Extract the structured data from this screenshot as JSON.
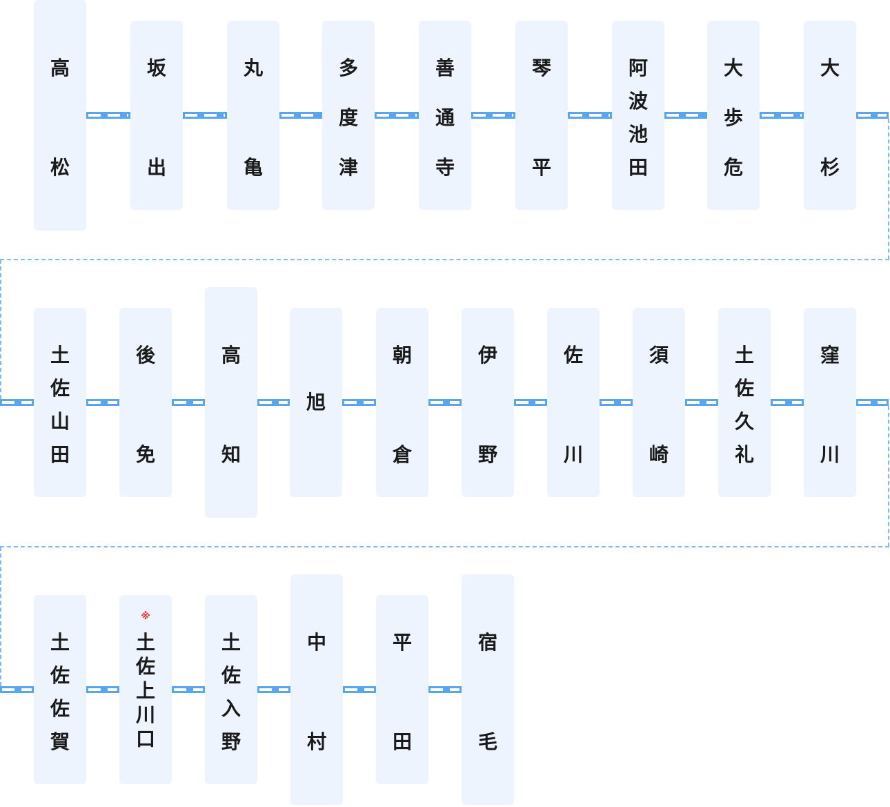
{
  "rows": [
    {
      "stations": [
        {
          "chars": [
            "高",
            "松"
          ]
        },
        {
          "chars": [
            "坂",
            "出"
          ]
        },
        {
          "chars": [
            "丸",
            "亀"
          ]
        },
        {
          "chars": [
            "多",
            "度",
            "津"
          ]
        },
        {
          "chars": [
            "善",
            "通",
            "寺"
          ]
        },
        {
          "chars": [
            "琴",
            "平"
          ]
        },
        {
          "chars": [
            "阿",
            "波",
            "池",
            "田"
          ]
        },
        {
          "chars": [
            "大",
            "歩",
            "危"
          ]
        },
        {
          "chars": [
            "大",
            "杉"
          ]
        }
      ]
    },
    {
      "stations": [
        {
          "chars": [
            "土",
            "佐",
            "山",
            "田"
          ]
        },
        {
          "chars": [
            "後",
            "免"
          ]
        },
        {
          "chars": [
            "高",
            "知"
          ]
        },
        {
          "chars": [
            "旭"
          ]
        },
        {
          "chars": [
            "朝",
            "倉"
          ]
        },
        {
          "chars": [
            "伊",
            "野"
          ]
        },
        {
          "chars": [
            "佐",
            "川"
          ]
        },
        {
          "chars": [
            "須",
            "崎"
          ]
        },
        {
          "chars": [
            "土",
            "佐",
            "久",
            "礼"
          ]
        },
        {
          "chars": [
            "窪",
            "川"
          ]
        }
      ]
    },
    {
      "stations": [
        {
          "chars": [
            "土",
            "佐",
            "佐",
            "賀"
          ]
        },
        {
          "chars": [
            "土",
            "佐",
            "上",
            "川",
            "口"
          ],
          "note": "※"
        },
        {
          "chars": [
            "土",
            "佐",
            "入",
            "野"
          ]
        },
        {
          "chars": [
            "中",
            "村"
          ]
        },
        {
          "chars": [
            "平",
            "田"
          ]
        },
        {
          "chars": [
            "宿",
            "毛"
          ]
        }
      ]
    }
  ],
  "colors": {
    "track": "#5aa6ee",
    "connector": "#7db9f2",
    "station_bg": "#eef4fd",
    "text": "#1a1a1a",
    "note": "#e53030"
  }
}
